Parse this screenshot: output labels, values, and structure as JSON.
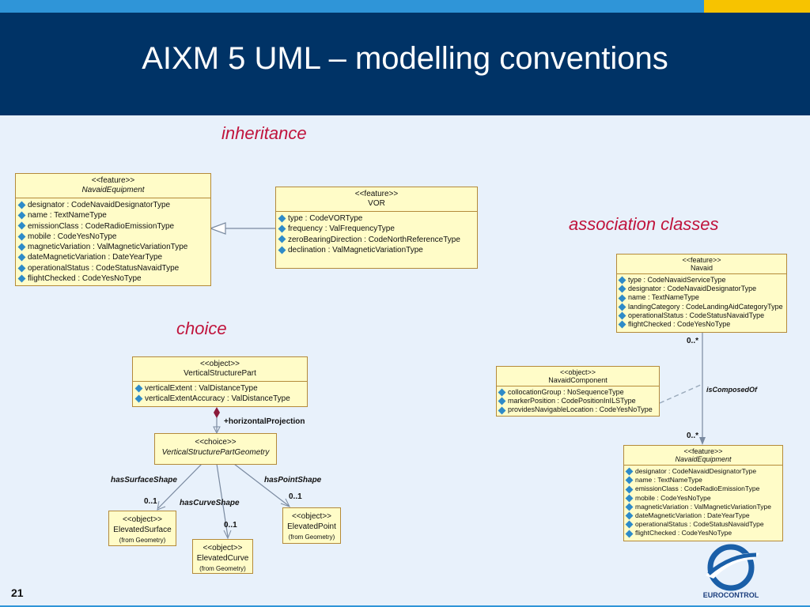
{
  "title": "AIXM 5 UML – modelling conventions",
  "labels": {
    "inheritance": "inheritance",
    "association_classes": "association classes",
    "choice": "choice"
  },
  "navaid_equipment_1": {
    "stereotype": "<<feature>>",
    "name": "NavaidEquipment",
    "attributes": [
      "designator : CodeNavaidDesignatorType",
      "name : TextNameType",
      "emissionClass : CodeRadioEmissionType",
      "mobile : CodeYesNoType",
      "magneticVariation : ValMagneticVariationType",
      "dateMagneticVariation : DateYearType",
      "operationalStatus : CodeStatusNavaidType",
      "flightChecked : CodeYesNoType"
    ]
  },
  "vor": {
    "stereotype": "<<feature>>",
    "name": "VOR",
    "attributes": [
      "type : CodeVORType",
      "frequency : ValFrequencyType",
      "zeroBearingDirection : CodeNorthReferenceType",
      "declination : ValMagneticVariationType"
    ]
  },
  "navaid": {
    "stereotype": "<<feature>>",
    "name": "Navaid",
    "attributes": [
      "type : CodeNavaidServiceType",
      "designator : CodeNavaidDesignatorType",
      "name : TextNameType",
      "landingCategory : CodeLandingAidCategoryType",
      "operationalStatus : CodeStatusNavaidType",
      "flightChecked : CodeYesNoType"
    ]
  },
  "navaid_component": {
    "stereotype": "<<object>>",
    "name": "NavaidComponent",
    "attributes": [
      "collocationGroup : NoSequenceType",
      "markerPosition : CodePositionInILSType",
      "providesNavigableLocation : CodeYesNoType"
    ]
  },
  "navaid_equipment_2": {
    "stereotype": "<<feature>>",
    "name": "NavaidEquipment",
    "attributes": [
      "designator : CodeNavaidDesignatorType",
      "name : TextNameType",
      "emissionClass : CodeRadioEmissionType",
      "mobile : CodeYesNoType",
      "magneticVariation : ValMagneticVariationType",
      "dateMagneticVariation : DateYearType",
      "operationalStatus : CodeStatusNavaidType",
      "flightChecked : CodeYesNoType"
    ]
  },
  "association": {
    "name": "isComposedOf",
    "mult_top": "0..*",
    "mult_bottom": "0..*"
  },
  "vsp": {
    "stereotype": "<<object>>",
    "name": "VerticalStructurePart",
    "attributes": [
      "verticalExtent : ValDistanceType",
      "verticalExtentAccuracy : ValDistanceType"
    ]
  },
  "horizontal_projection": "+horizontalProjection",
  "choice_box": {
    "stereotype": "<<choice>>",
    "name": "VerticalStructurePartGeometry"
  },
  "has_surface_shape": "hasSurfaceShape",
  "has_curve_shape": "hasCurveShape",
  "has_point_shape": "hasPointShape",
  "mult_surface": "0..1",
  "mult_curve": "0..1",
  "mult_point": "0..1",
  "elevated_surface": {
    "stereotype": "<<object>>",
    "name": "ElevatedSurface",
    "from": "(from Geometry)"
  },
  "elevated_curve": {
    "stereotype": "<<object>>",
    "name": "ElevatedCurve",
    "from": "(from Geometry)"
  },
  "elevated_point": {
    "stereotype": "<<object>>",
    "name": "ElevatedPoint",
    "from": "(from Geometry)"
  },
  "page_number": "21",
  "logo_text": "EUROCONTROL",
  "colors": {
    "header": "#003366",
    "accent_blue": "#2f95d8",
    "accent_yellow": "#f7c300",
    "label_red": "#c0143c",
    "box_fill": "#fffcc8"
  }
}
